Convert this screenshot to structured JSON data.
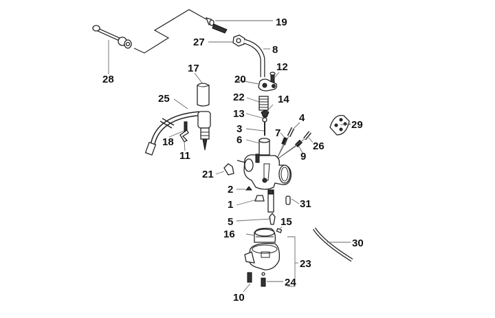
{
  "diagram": {
    "title": "Carburetor exploded parts diagram",
    "background": "#ffffff",
    "line_color": "#222222",
    "labels": [
      {
        "id": "1",
        "part": "main-jet-holder"
      },
      {
        "id": "2",
        "part": "nut"
      },
      {
        "id": "3",
        "part": "needle"
      },
      {
        "id": "4",
        "part": "screw"
      },
      {
        "id": "5",
        "part": "float-needle"
      },
      {
        "id": "6",
        "part": "throttle-valve"
      },
      {
        "id": "7",
        "part": "spring"
      },
      {
        "id": "8",
        "part": "fuel-pipe"
      },
      {
        "id": "9",
        "part": "spring"
      },
      {
        "id": "10",
        "part": "screw"
      },
      {
        "id": "11",
        "part": "bracket"
      },
      {
        "id": "12",
        "part": "screw"
      },
      {
        "id": "13",
        "part": "clip"
      },
      {
        "id": "14",
        "part": "retainer"
      },
      {
        "id": "15",
        "part": "pin"
      },
      {
        "id": "16",
        "part": "float"
      },
      {
        "id": "17",
        "part": "cap"
      },
      {
        "id": "18",
        "part": "screw"
      },
      {
        "id": "19",
        "part": "cable-end"
      },
      {
        "id": "20",
        "part": "cover"
      },
      {
        "id": "21",
        "part": "clip"
      },
      {
        "id": "22",
        "part": "spring"
      },
      {
        "id": "23",
        "part": "float-bowl-assembly"
      },
      {
        "id": "24",
        "part": "drain-screw"
      },
      {
        "id": "25",
        "part": "choke-wire"
      },
      {
        "id": "26",
        "part": "screw"
      },
      {
        "id": "27",
        "part": "nut"
      },
      {
        "id": "28",
        "part": "cable-adjuster"
      },
      {
        "id": "29",
        "part": "gasket"
      },
      {
        "id": "30",
        "part": "vent-hose"
      },
      {
        "id": "31",
        "part": "jet"
      }
    ]
  }
}
